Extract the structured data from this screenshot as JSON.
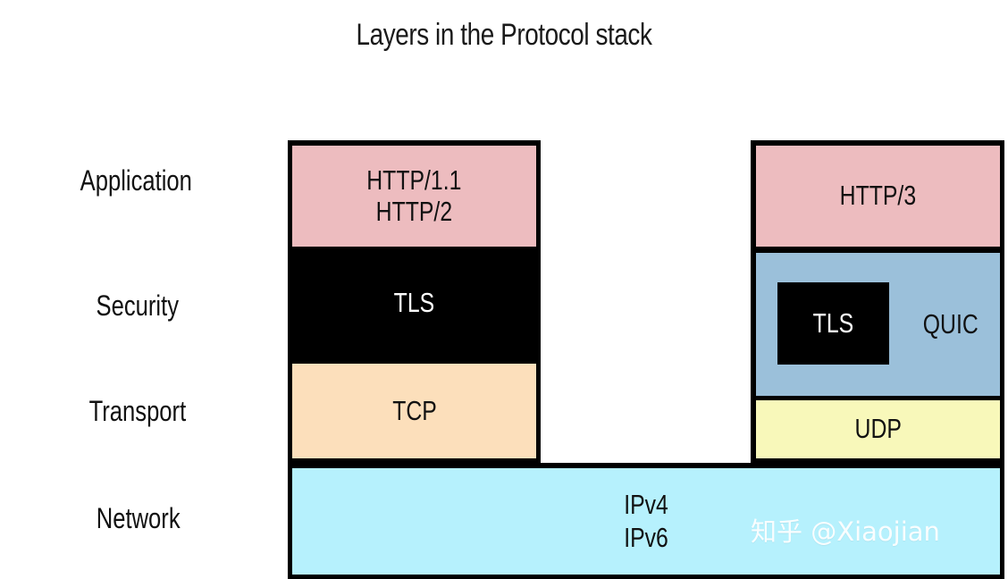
{
  "title": "Layers in the Protocol stack",
  "layer_labels": [
    {
      "id": "application",
      "label": "Application"
    },
    {
      "id": "security",
      "label": "Security"
    },
    {
      "id": "transport",
      "label": "Transport"
    },
    {
      "id": "network",
      "label": "Network"
    }
  ],
  "left_stack": {
    "application": {
      "line1": "HTTP/1.1",
      "line2": "HTTP/2",
      "color": "#edbcbf"
    },
    "security": {
      "label": "TLS",
      "color": "#000000",
      "text_color": "#ffffff"
    },
    "transport": {
      "label": "TCP",
      "color": "#fcdfbb"
    }
  },
  "right_stack": {
    "application": {
      "label": "HTTP/3",
      "color": "#edbcbf"
    },
    "security": {
      "outer_label": "QUIC",
      "outer_color": "#9bc0da",
      "inner_label": "TLS",
      "inner_color": "#000000",
      "inner_text_color": "#ffffff"
    },
    "transport": {
      "label": "UDP",
      "color": "#f8f8ba"
    }
  },
  "network_band": {
    "line1": "IPv4",
    "line2": "IPv6",
    "color": "#b6f1fd"
  },
  "watermark": "知乎 @Xiaojian",
  "colors": {
    "background": "#ffffff",
    "border": "#000000",
    "text": "#111111"
  }
}
